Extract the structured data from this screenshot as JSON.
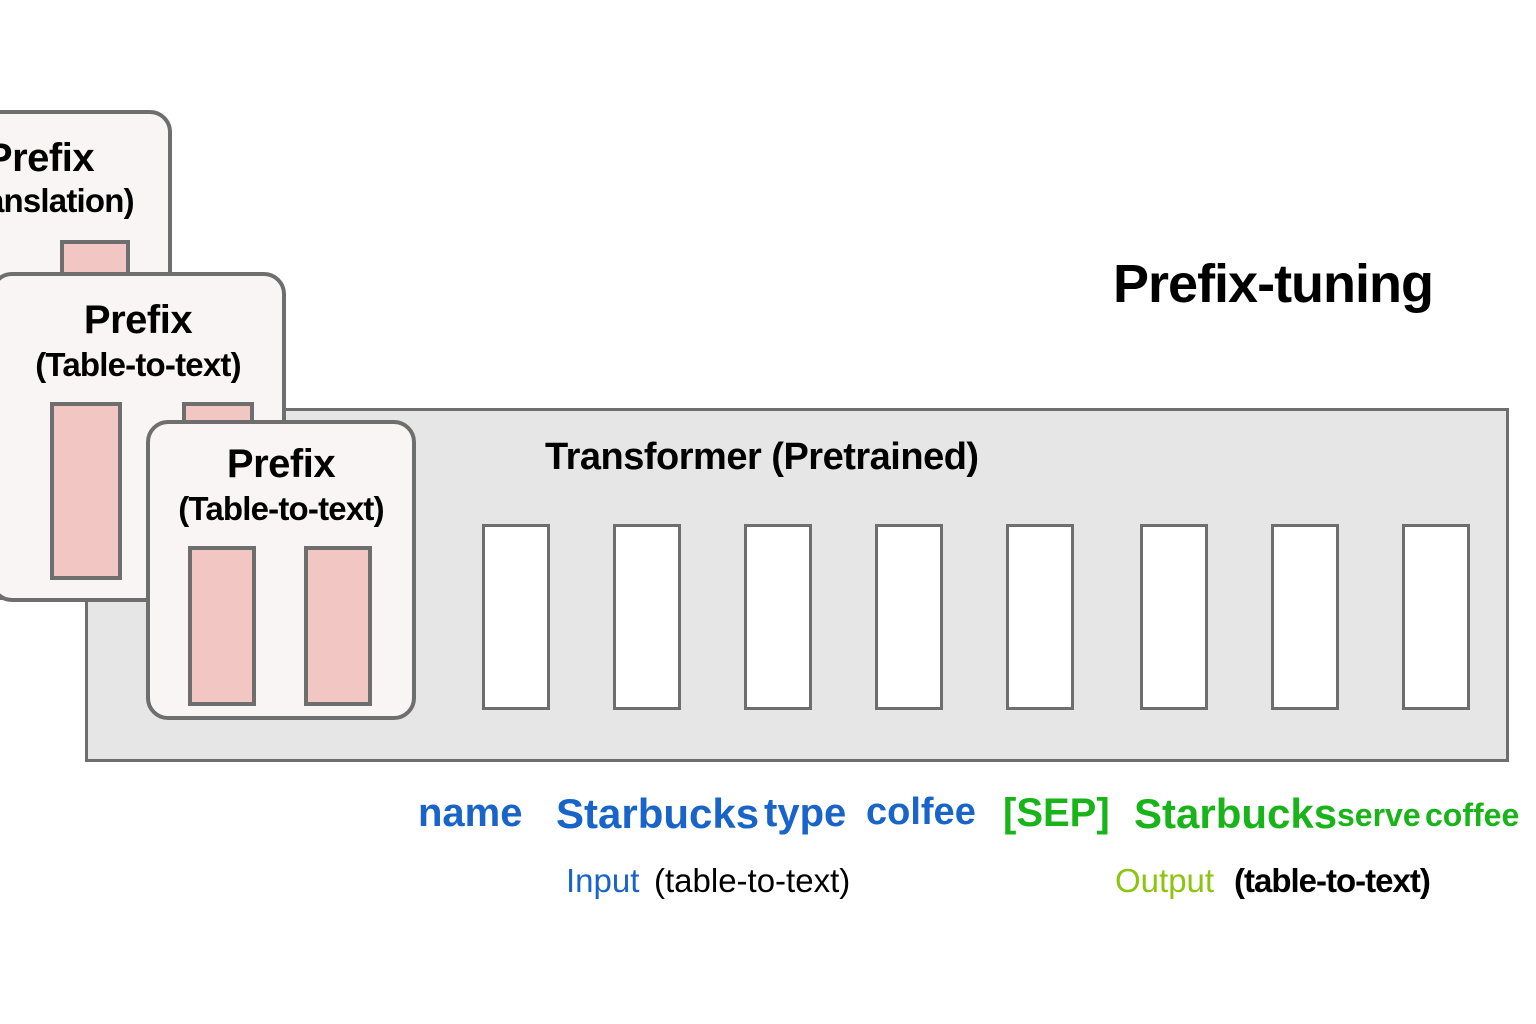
{
  "title": "Prefix-tuning",
  "transformer": {
    "label": "Transformer  (Pretrained)",
    "token_box_count": 8
  },
  "prefix_cards": [
    {
      "id": "translation",
      "title": "Prefix",
      "subtitle": "(Translation)",
      "bars": 1
    },
    {
      "id": "table-to-text-middle",
      "title": "Prefix",
      "subtitle": "(Table-to-text)",
      "bars": 2
    },
    {
      "id": "table-to-text-front",
      "title": "Prefix",
      "subtitle": "(Table-to-text)",
      "bars": 2
    }
  ],
  "sequence": {
    "input_tokens": [
      "name",
      "Starbucks",
      "type",
      "colfee"
    ],
    "output_tokens": [
      "[SEP]",
      "Starbucks",
      "serve",
      "coffee"
    ]
  },
  "captions": {
    "input_lead": "Input",
    "input_tail": " (table-to-text)",
    "output_lead": "Output",
    "output_tail": " (table-to-text)"
  },
  "colors": {
    "input_blue": "#1964c8",
    "output_green": "#19b419",
    "output_label_green": "#8cc410",
    "panel_gray": "#e6e6e6",
    "border_gray": "#6e6e6e",
    "prefix_pink": "#f2c6c3",
    "card_bg": "#faf5f5"
  }
}
